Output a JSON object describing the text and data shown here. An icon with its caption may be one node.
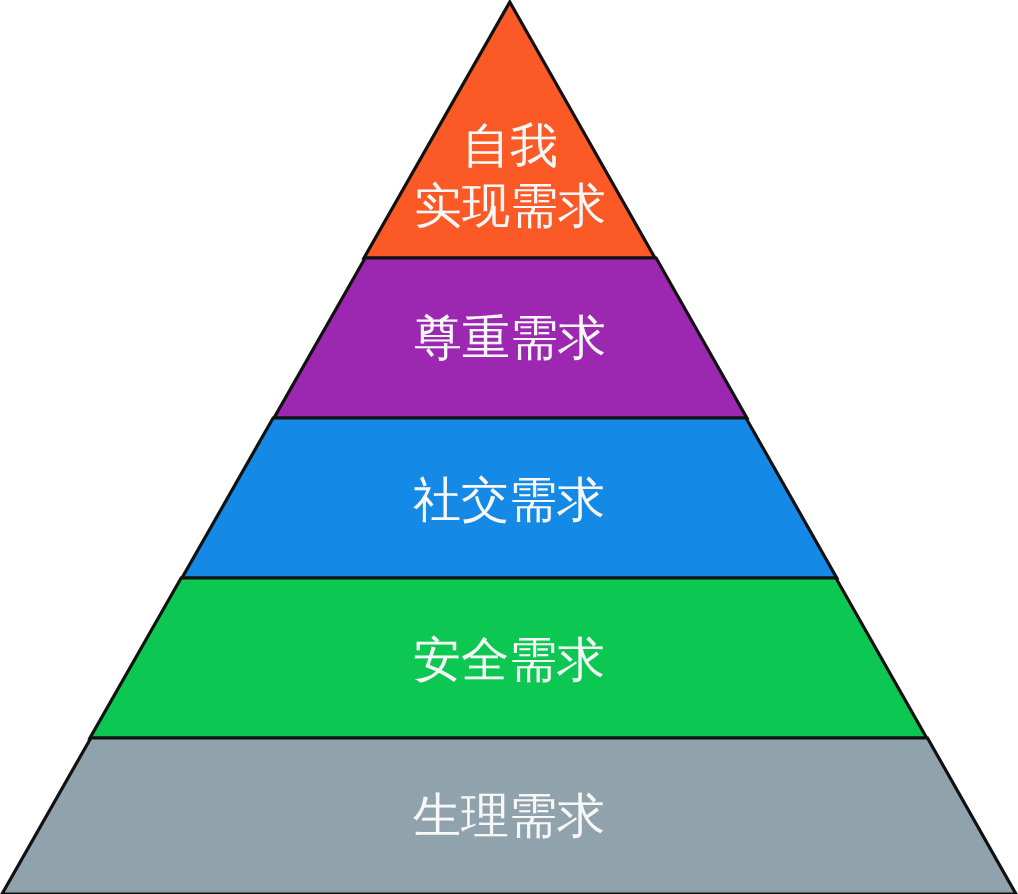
{
  "diagram": {
    "nodes": [
      {
        "text": [
          "自我实现需求"
        ]
      },
      {
        "text": [
          "尊重需求"
        ]
      },
      {
        "text": [
          "社交需求"
        ]
      },
      {
        "text": [
          "安全需求"
        ]
      },
      {
        "text": [
          "生理需求"
        ]
      }
    ]
  }
}
